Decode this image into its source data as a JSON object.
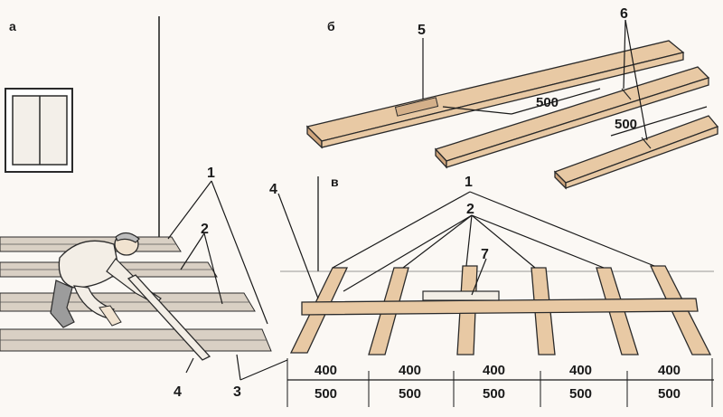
{
  "panels": {
    "a": "а",
    "b": "б",
    "v": "в"
  },
  "callouts": {
    "n1a": "1",
    "n2a": "2",
    "n3": "3",
    "n4a": "4",
    "n5": "5",
    "n6": "6",
    "n4v": "4",
    "n1v": "1",
    "n2v": "2",
    "n7": "7"
  },
  "dims_b": {
    "d1": "500",
    "d2": "500"
  },
  "dims_v_top": [
    "400",
    "400",
    "400",
    "400",
    "400"
  ],
  "dims_v_bottom": [
    "500",
    "500",
    "500",
    "500",
    "500"
  ],
  "colors": {
    "wood": "#e8c9a4",
    "wood_side": "#cfa57c",
    "stripe": "#d9d0c4",
    "ink": "#1a1a1a"
  }
}
